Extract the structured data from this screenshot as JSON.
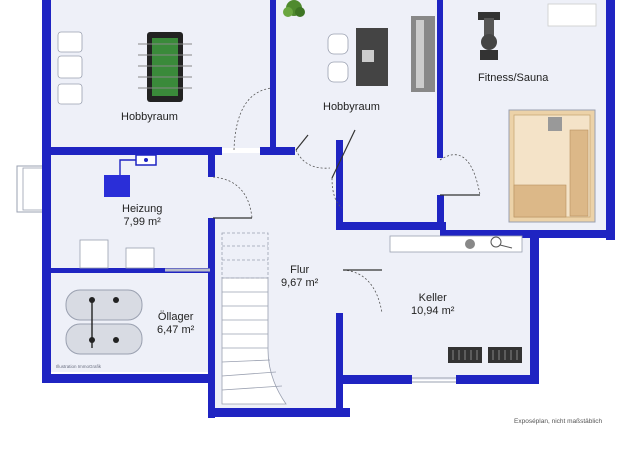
{
  "rooms": {
    "hobby_left": {
      "name": "Hobbyraum"
    },
    "hobby_mid": {
      "name": "Hobbyraum"
    },
    "fitness": {
      "name": "Fitness/Sauna"
    },
    "heizung": {
      "name": "Heizung",
      "area": "7,99 m²"
    },
    "flur": {
      "name": "Flur",
      "area": "9,67 m²"
    },
    "keller": {
      "name": "Keller",
      "area": "10,94 m²"
    },
    "oellager": {
      "name": "Öllager",
      "area": "6,47 m²"
    }
  },
  "notes": {
    "credit": "Illustration ImmoGrafik",
    "disclaimer": "Exposéplan, nicht maßstäblich"
  },
  "colors": {
    "wall": "#1f24c2",
    "floor": "#eef0f8",
    "sauna": "#ecd2a8",
    "line": "#9aa0b0"
  }
}
